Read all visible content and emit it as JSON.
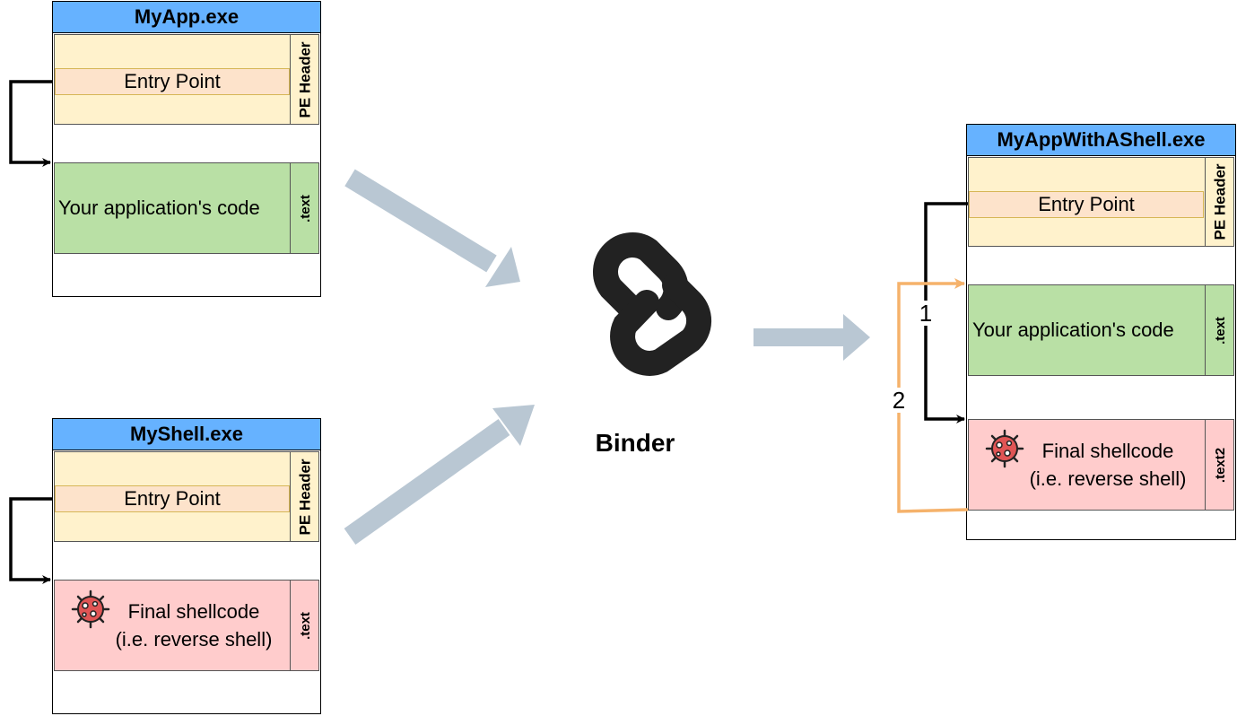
{
  "myapp": {
    "title": "MyApp.exe",
    "entry_point": "Entry Point",
    "pe_header": "PE Header",
    "code": "Your application's code",
    "text_section": ".text"
  },
  "myshell": {
    "title": "MyShell.exe",
    "entry_point": "Entry Point",
    "pe_header": "PE Header",
    "shellcode_line1": "Final shellcode",
    "shellcode_line2": "(i.e. reverse shell)",
    "text_section": ".text"
  },
  "binder": {
    "label": "Binder",
    "icon": "chain-link-icon"
  },
  "result": {
    "title": "MyAppWithAShell.exe",
    "entry_point": "Entry Point",
    "pe_header": "PE Header",
    "code": "Your application's code",
    "text_section": ".text",
    "shellcode_line1": "Final shellcode",
    "shellcode_line2": "(i.e. reverse shell)",
    "text2_section": ".text2",
    "step1": "1",
    "step2": "2"
  },
  "colors": {
    "title_bar": "#66b2ff",
    "pe_header": "#fff2cc",
    "entry_point": "#fde3cb",
    "code_section": "#b9e0a5",
    "shell_section": "#ffcccc",
    "flow_arrow": "#b9c7d3",
    "jump_arrow_2": "#f5b26b",
    "virus_icon": "#e05555"
  }
}
